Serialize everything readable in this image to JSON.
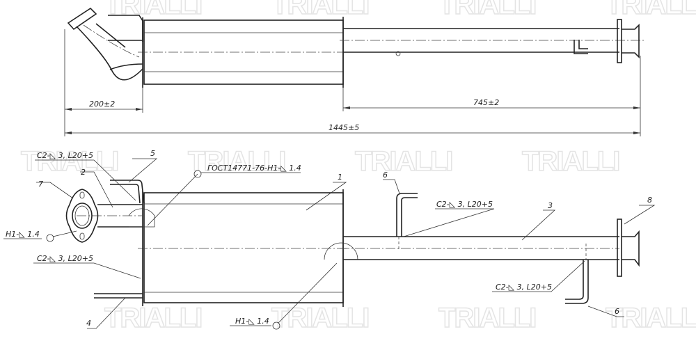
{
  "watermark": "TRIALLI",
  "top_view": {
    "dimensions": {
      "inlet_length": "200±2",
      "outlet_length": "745±2",
      "overall_length": "1445±5"
    }
  },
  "side_view": {
    "part_numbers": {
      "muffler": "1",
      "inlet_pipe": "2",
      "tail_pipe": "3",
      "hanger_bottom": "4",
      "hanger_top": "5",
      "hanger_outlet_top": "6",
      "hanger_outlet_bottom": "6",
      "inlet_flange": "7",
      "outlet_flange": "8"
    },
    "weld_notes": {
      "weld_hanger_top": "C2-◺ 3, L20+5",
      "weld_hanger_bottom": "C2-◺ 3, L20+5",
      "weld_outlet_top": "C2-◺ 3, L20+5",
      "weld_outlet_bottom": "C2-◺ 3, L20+5",
      "weld_gost": "ГОСТ14771-76-Н1-◺ 1.4",
      "weld_flange": "Н1-◺ 1.4",
      "weld_outlet_joint": "Н1-◺ 1.4"
    }
  }
}
